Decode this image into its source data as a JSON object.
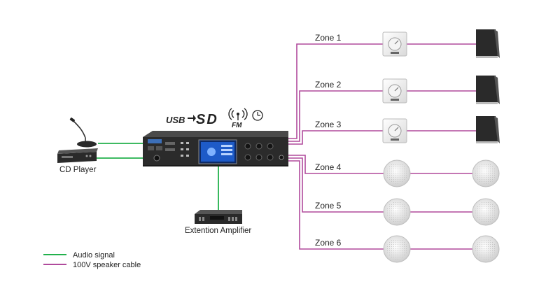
{
  "zones": [
    {
      "label": "Zone 1",
      "volume_control": true,
      "speaker": "wall-speaker"
    },
    {
      "label": "Zone 2",
      "volume_control": true,
      "speaker": "wall-speaker"
    },
    {
      "label": "Zone 3",
      "volume_control": true,
      "speaker": "wall-speaker"
    },
    {
      "label": "Zone 4",
      "volume_control": false,
      "speaker": "ceiling-speaker"
    },
    {
      "label": "Zone 5",
      "volume_control": false,
      "speaker": "ceiling-speaker"
    },
    {
      "label": "Zone 6",
      "volume_control": false,
      "speaker": "ceiling-speaker"
    }
  ],
  "devices": {
    "cd_player": "CD Player",
    "extension_amplifier": "Extention Amplifier"
  },
  "source_icons": {
    "usb": "USB",
    "sd": "SD",
    "fm": "FM"
  },
  "legend": [
    {
      "label": "Audio signal",
      "color": "#22b14c"
    },
    {
      "label": "100V speaker cable",
      "color": "#b04a9c"
    }
  ],
  "colors": {
    "audio": "#22b14c",
    "speaker_cable": "#b04a9c",
    "device_body": "#2b2b2b"
  }
}
